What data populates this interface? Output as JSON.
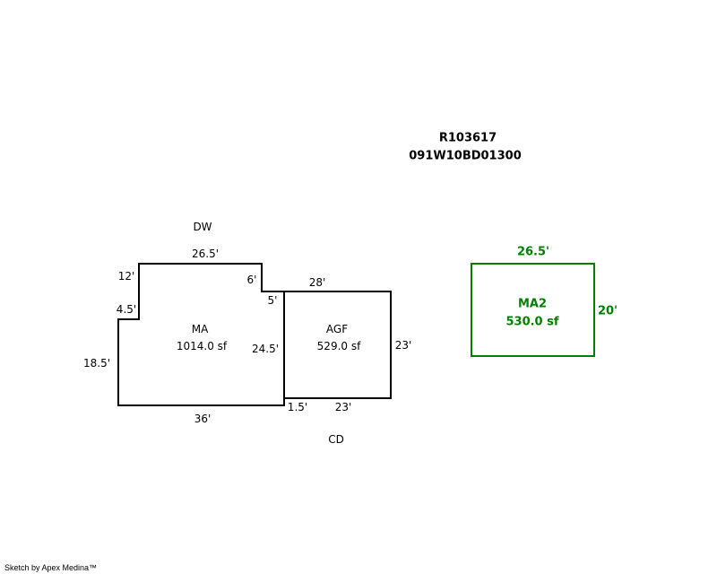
{
  "header": {
    "parcel_id": "R103617",
    "map_number": "091W10BD01300"
  },
  "colors": {
    "main": "#000000",
    "secondary": "#008000"
  },
  "areas": {
    "ma": {
      "label": "MA",
      "area": "1014.0 sf"
    },
    "agf": {
      "label": "AGF",
      "area": "529.0 sf"
    },
    "ma2": {
      "label": "MA2",
      "area": "530.0 sf"
    }
  },
  "annotations": {
    "dw": "DW",
    "cd": "CD"
  },
  "dimensions": {
    "ma_top": "26.5'",
    "ma_left_upper": "12'",
    "ma_step": "4.5'",
    "ma_left": "18.5'",
    "ma_notch_v": "6'",
    "ma_notch_h": "5'",
    "ma_right": "24.5'",
    "ma_bottom": "36'",
    "agf_top": "28'",
    "agf_right": "23'",
    "agf_bottom": "23'",
    "agf_offset": "1.5'",
    "ma2_top": "26.5'",
    "ma2_right": "20'"
  },
  "footer": "Sketch by Apex Medina™"
}
